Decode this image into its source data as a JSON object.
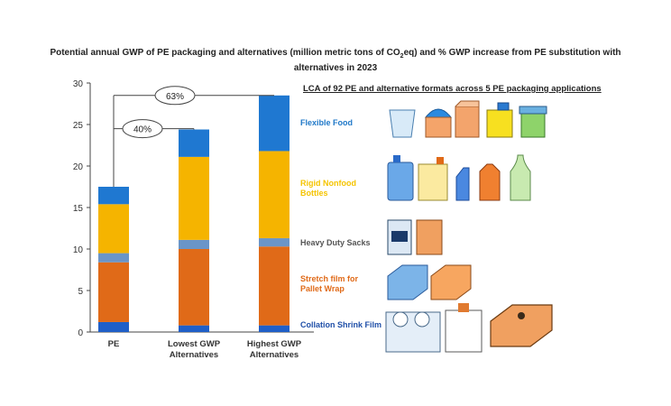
{
  "chart_data": {
    "type": "bar",
    "stacked": true,
    "title_prefix": "Potential annual GWP of PE packaging and alternatives (million metric tons of CO",
    "title_sub": "2",
    "title_suffix": "eq) and % GWP increase from PE substitution with alternatives in 2023",
    "categories": [
      "PE",
      "Lowest GWP Alternatives",
      "Highest GWP Alternatives"
    ],
    "ylim": [
      0,
      30
    ],
    "yticks": [
      0,
      5,
      10,
      15,
      20,
      25,
      30
    ],
    "grid": false,
    "series": [
      {
        "name": "Collation Shrink Film",
        "color": "#1f5fc8",
        "values": [
          1.2,
          0.8,
          0.8
        ]
      },
      {
        "name": "Stretch film for Pallet Wrap",
        "color": "#e06a18",
        "values": [
          7.2,
          9.2,
          9.5
        ]
      },
      {
        "name": "Heavy Duty Sacks",
        "color": "#6a95c8",
        "values": [
          1.1,
          1.1,
          1.0
        ]
      },
      {
        "name": "Rigid Nonfood Bottles",
        "color": "#f5b400",
        "values": [
          5.9,
          10.0,
          10.5
        ]
      },
      {
        "name": "Flexible Food",
        "color": "#1f78d1",
        "values": [
          2.1,
          3.3,
          6.7
        ]
      }
    ],
    "annotations": [
      {
        "text": "40%",
        "from": 0,
        "to": 1,
        "level": 24.5
      },
      {
        "text": "63%",
        "from": 0,
        "to": 2,
        "level": 28.5
      }
    ],
    "legend_placement": "right"
  },
  "legend_heading": "LCA of 92  PE and alternative formats across 5 PE packaging applications",
  "application_labels": [
    {
      "lines": [
        "Flexible Food"
      ],
      "color": "#1f78c8"
    },
    {
      "lines": [
        "Rigid Nonfood",
        "Bottles"
      ],
      "color": "#f5c400"
    },
    {
      "lines": [
        "Heavy Duty Sacks"
      ],
      "color": "#555555"
    },
    {
      "lines": [
        "Stretch film for",
        "Pallet Wrap"
      ],
      "color": "#e06a18"
    },
    {
      "lines": [
        "Collation Shrink Film"
      ],
      "color": "#1f4fa8"
    }
  ]
}
